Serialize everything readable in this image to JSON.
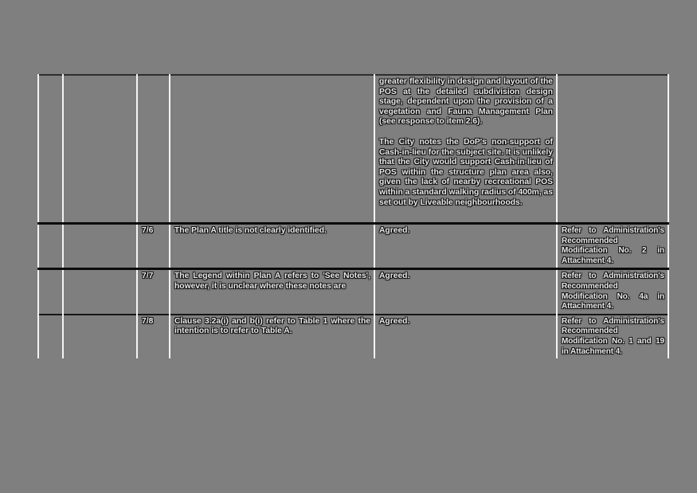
{
  "page": {
    "background_color": "#7f7f7f",
    "grid_line_color": "#f4f4f4",
    "separator_color": "#0b0b0b",
    "text_color": "#e9e9e9"
  },
  "table": {
    "rows": [
      {
        "id": "",
        "comment": "",
        "response_paragraphs": [
          "greater flexibility in design and layout of the POS at the detailed subdivision design stage, dependent upon the provision of a vegetation and Fauna Management Plan (see response to item 2.6).",
          "The City notes the DoP's non-support of Cash-in-lieu for the subject site. It is unlikely that the City would support Cash-in-lieu of POS within the structure plan area also, given the lack of nearby recreational POS within a standard walking radius of 400m, as set out by Liveable neighbourhoods."
        ],
        "recommendation": ""
      },
      {
        "id": "7/6",
        "comment": "The Plan A title is not clearly identified.",
        "response": "Agreed.",
        "recommendation": "Refer to Administration's Recommended Modification No. 2 in Attachment 4."
      },
      {
        "id": "7/7",
        "comment": "The Legend within Plan A refers to 'See Notes', however, it is unclear where these notes are",
        "response": "Agreed.",
        "recommendation": "Refer to Administration's Recommended Modification No. 4a in Attachment 4."
      },
      {
        "id": "7/8",
        "comment": "Clause 3.2a(i) and b(i) refer to Table 1 where the intention is to refer to Table A.",
        "response": "Agreed.",
        "recommendation": "Refer to Administration's Recommended Modification No. 1 and 19 in Attachment 4."
      }
    ]
  }
}
